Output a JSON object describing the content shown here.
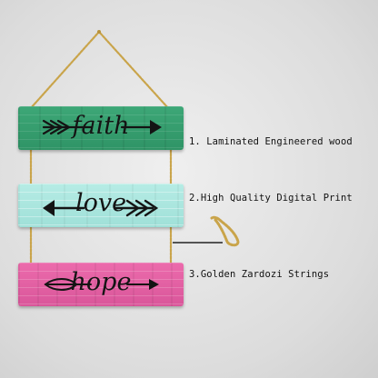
{
  "signs": [
    {
      "word": "faith",
      "color": "#33a06e"
    },
    {
      "word": "love",
      "color": "#a9e6de"
    },
    {
      "word": "hope",
      "color": "#e4619f"
    }
  ],
  "callouts": [
    "1. Laminated Engineered wood",
    "2.High Quality Digital Print",
    "3.Golden Zardozi Strings"
  ],
  "string_color": "#c9a44a"
}
